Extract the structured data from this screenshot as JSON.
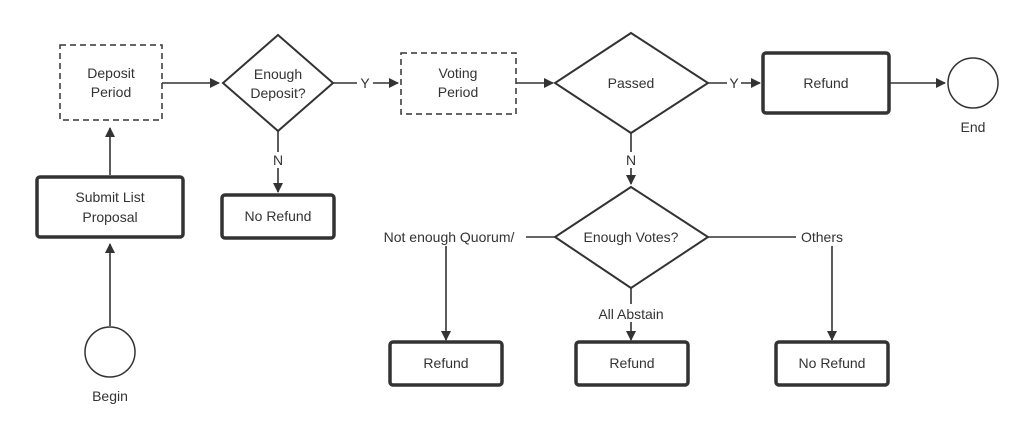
{
  "diagram": {
    "nodes": {
      "deposit_period": {
        "line1": "Deposit",
        "line2": "Period"
      },
      "enough_deposit": {
        "line1": "Enough",
        "line2": "Deposit?"
      },
      "voting_period": {
        "line1": "Voting",
        "line2": "Period"
      },
      "passed": {
        "label": "Passed"
      },
      "refund_top": {
        "label": "Refund"
      },
      "end": {
        "label": "End"
      },
      "submit_proposal": {
        "line1": "Submit List",
        "line2": "Proposal"
      },
      "no_refund_deposit": {
        "label": "No Refund"
      },
      "enough_votes": {
        "label": "Enough Votes?"
      },
      "begin": {
        "label": "Begin"
      },
      "refund_quorum": {
        "label": "Refund"
      },
      "refund_abstain": {
        "label": "Refund"
      },
      "no_refund_others": {
        "label": "No Refund"
      }
    },
    "edge_labels": {
      "deposit_yes": "Y",
      "deposit_no": "N",
      "passed_yes": "Y",
      "passed_no": "N",
      "quorum": "Not enough Quorum/",
      "abstain": "All Abstain",
      "others": "Others"
    }
  }
}
